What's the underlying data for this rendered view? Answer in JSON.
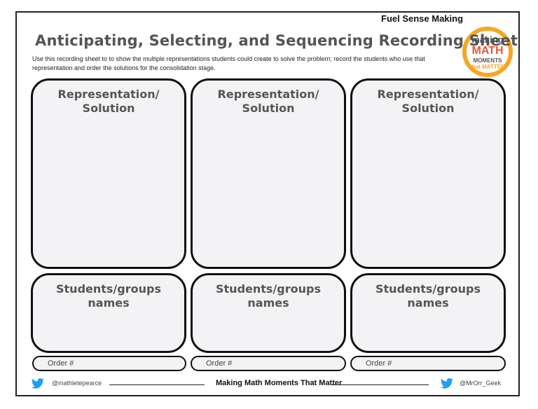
{
  "header": {
    "tag": "Fuel Sense Making",
    "title": "Anticipating, Selecting, and Sequencing Recording Sheet",
    "instructions": "Use this recording sheet to to show the multiple representations students could create to solve the problem; record the students who use that representation and order the solutions for the consolidation stage."
  },
  "logo": {
    "line1": "making",
    "line2": "MATH",
    "line3": "MOMENTS",
    "line4": "that MATTER",
    "brand_color": "#f4a624",
    "accent_color": "#e8583a"
  },
  "columns": [
    {
      "representation_label": "Representation/\nSolution",
      "students_label": "Students/groups\nnames",
      "order_label": "Order #"
    },
    {
      "representation_label": "Representation/\nSolution",
      "students_label": "Students/groups\nnames",
      "order_label": "Order #"
    },
    {
      "representation_label": "Representation/\nSolution",
      "students_label": "Students/groups\nnames",
      "order_label": "Order #"
    }
  ],
  "footer": {
    "left_handle": "@mathletepearce",
    "center": "Making Math Moments That Matter",
    "right_handle": "@MrOrr_Geek",
    "icon_left": "twitter-bird-icon",
    "icon_right": "twitter-bird-icon",
    "icon_color": "#1da1f2"
  }
}
